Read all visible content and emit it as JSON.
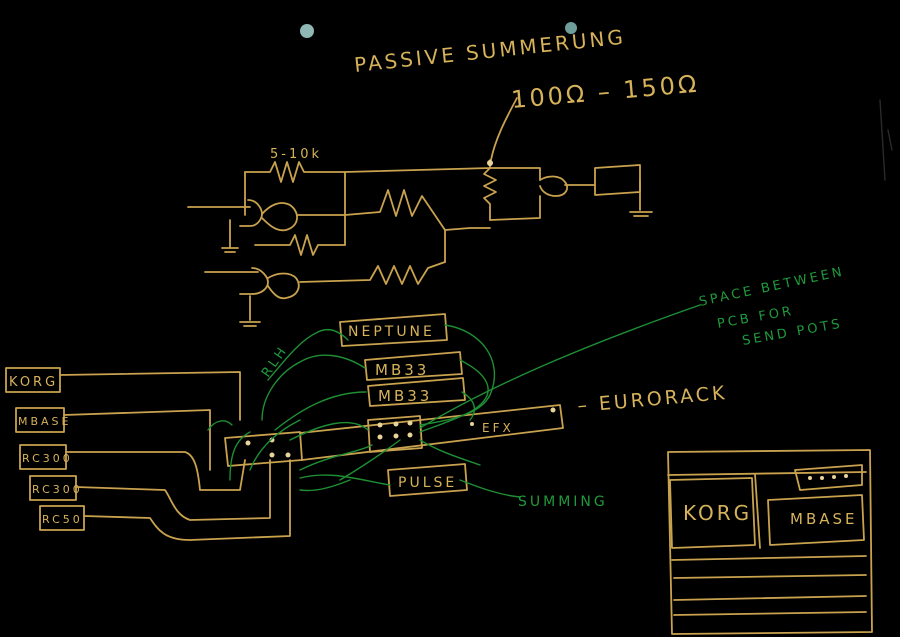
{
  "title": "PASSIVE SUMMERUNG",
  "resistor_note": "100Ω – 150Ω",
  "resistor_value": "5-10k",
  "annotations": {
    "space": [
      "SPACE BETWEEN",
      "PCB FOR",
      "SEND POTS"
    ],
    "eurorack": "– EURORACK",
    "summing": "SUMMING",
    "wire_label": "RLH"
  },
  "inputs": [
    "KORG",
    "MBASE",
    "RC300",
    "RC300",
    "RC50"
  ],
  "modules": [
    "NEPTUNE",
    "MB33",
    "MB33",
    "EFX",
    "PULSE"
  ],
  "front_panel": {
    "left": "KORG",
    "right": "MBASE"
  },
  "colors": {
    "background": "#000000",
    "ink_yellow": "#c9a24e",
    "ink_green": "#1e8f34",
    "thumbtack": "#8fb8b4"
  }
}
